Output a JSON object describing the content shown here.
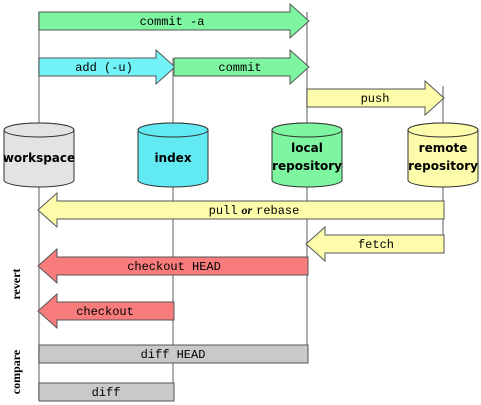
{
  "colors": {
    "green": "#7ef5a0",
    "cyan": "#72f3f8",
    "yellow": "#fcfcab",
    "red": "#f87c7c",
    "gray": "#c9c9c9",
    "workspace_fill": "#e3e3e3",
    "index_fill": "#62eaf2",
    "local_fill": "#7ef5a0",
    "remote_fill": "#fcfcab"
  },
  "nodes": {
    "workspace": "workspace",
    "index": "index",
    "local_line1": "local",
    "local_line2": "repository",
    "remote_line1": "remote",
    "remote_line2": "repository"
  },
  "arrows": {
    "commit_a": "commit -a",
    "add_u": "add (-u)",
    "commit": "commit",
    "push": "push",
    "pull": "pull",
    "or": "or",
    "rebase": "rebase",
    "fetch": "fetch",
    "checkout_head": "checkout HEAD",
    "checkout": "checkout",
    "diff_head": "diff HEAD",
    "diff": "diff"
  },
  "sections": {
    "revert": "revert",
    "compare": "compare"
  }
}
